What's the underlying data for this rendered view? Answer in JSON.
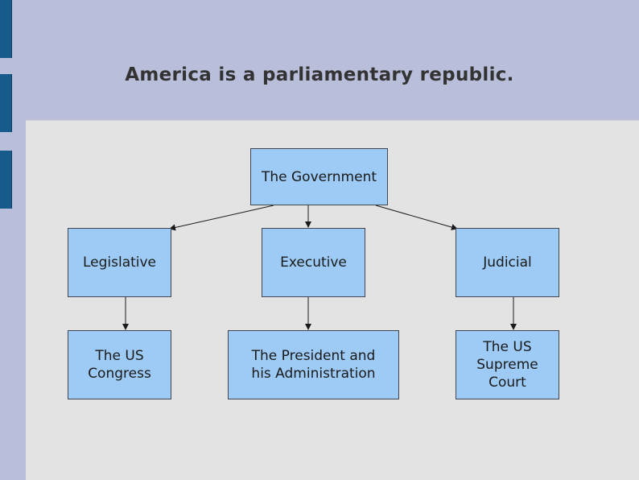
{
  "title": "America is a parliamentary republic.",
  "diagram": {
    "root": "The Government",
    "branches": [
      {
        "label": "Legislative",
        "child": "The US\nCongress"
      },
      {
        "label": "Executive",
        "child": "The President and\nhis Administration"
      },
      {
        "label": "Judicial",
        "child": "The US\nSupreme\nCourt"
      }
    ]
  },
  "colors": {
    "background": "#b9bfdb",
    "panel": "#e3e3e3",
    "box_fill": "#9dcbf5",
    "box_border": "#3f4650",
    "side_tabs": "#165b8c",
    "title_text": "#333333"
  }
}
